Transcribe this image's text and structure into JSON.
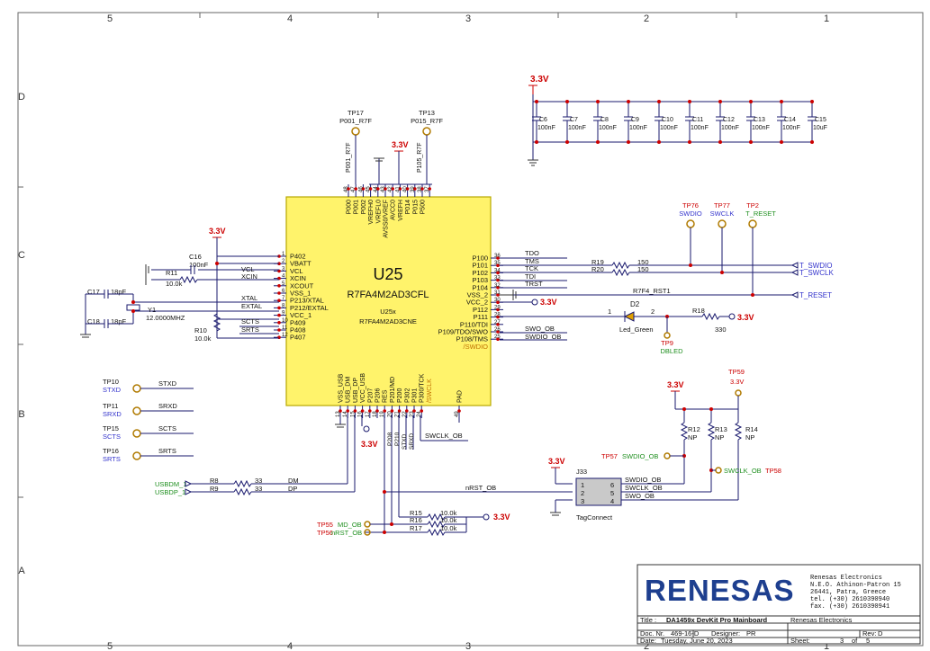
{
  "colors": {
    "wire": "#1a1a6e",
    "chip_fill": "#fff36b",
    "chip_border": "#b8a800",
    "power": "#cc0000",
    "net_label": "#111111",
    "tp_red": "#cc0000",
    "tp_blue": "#3333cc",
    "tp_green": "#1f8f1f",
    "node": "#cc0000",
    "brand": "#1e3f8f"
  },
  "border": {
    "cols_top": [
      "5",
      "4",
      "3",
      "2",
      "1"
    ],
    "cols_bottom": [
      "5",
      "4",
      "3",
      "2",
      "1"
    ],
    "rows": [
      "D",
      "C",
      "B",
      "A"
    ]
  },
  "power": {
    "v33": "3.3V"
  },
  "u25": {
    "ref": "U25",
    "part": "R7FA4M2AD3CFL",
    "alt_ref": "U25x",
    "alt_part": "R7FA4M2AD3CNE",
    "left_pins": [
      {
        "num": "1",
        "name": "P402"
      },
      {
        "num": "2",
        "name": "VBATT"
      },
      {
        "num": "3",
        "name": "VCL"
      },
      {
        "num": "4",
        "name": "XCIN"
      },
      {
        "num": "5",
        "name": "XCOUT"
      },
      {
        "num": "6",
        "name": "VSS_1"
      },
      {
        "num": "7",
        "name": "P213/XTAL"
      },
      {
        "num": "8",
        "name": "P212/EXTAL"
      },
      {
        "num": "9",
        "name": "VCC_1"
      },
      {
        "num": "10",
        "name": "P409"
      },
      {
        "num": "11",
        "name": "P408"
      },
      {
        "num": "12",
        "name": "P407"
      }
    ],
    "right_pins": [
      {
        "num": "36",
        "name": "P100"
      },
      {
        "num": "35",
        "name": "P101"
      },
      {
        "num": "34",
        "name": "P102"
      },
      {
        "num": "33",
        "name": "P103"
      },
      {
        "num": "32",
        "name": "P104"
      },
      {
        "num": "31",
        "name": "VSS_2"
      },
      {
        "num": "30",
        "name": "VCC_2"
      },
      {
        "num": "29",
        "name": "P112"
      },
      {
        "num": "28",
        "name": "P111"
      },
      {
        "num": "27",
        "name": "P110/TDI"
      },
      {
        "num": "26",
        "name": "P109/TDO/SWO"
      },
      {
        "num": "25",
        "name": "P108/TMS"
      },
      {
        "num": "",
        "name": "/SWDIO"
      }
    ],
    "top_pins": [
      {
        "num": "48",
        "name": "P000"
      },
      {
        "num": "47",
        "name": "P001"
      },
      {
        "num": "46",
        "name": "P002"
      },
      {
        "num": "45",
        "name": "VREFH0"
      },
      {
        "num": "44",
        "name": "VREFL0"
      },
      {
        "num": "43",
        "name": "AVSS0/VREF"
      },
      {
        "num": "42",
        "name": "AVCC0"
      },
      {
        "num": "41",
        "name": "VREFH"
      },
      {
        "num": "40",
        "name": "P014"
      },
      {
        "num": "39",
        "name": "P015"
      },
      {
        "num": "38",
        "name": "P500"
      },
      {
        "num": "37",
        "name": ""
      }
    ],
    "bottom_pins": [
      {
        "num": "13",
        "name": "VSS_USB"
      },
      {
        "num": "14",
        "name": "USB_DM"
      },
      {
        "num": "15",
        "name": "USB_DP"
      },
      {
        "num": "16",
        "name": "VCC_USB"
      },
      {
        "num": "17",
        "name": "P207"
      },
      {
        "num": "18",
        "name": "P206"
      },
      {
        "num": "19",
        "name": "RES"
      },
      {
        "num": "20",
        "name": "P201/MD"
      },
      {
        "num": "21",
        "name": "P200"
      },
      {
        "num": "22",
        "name": "P302"
      },
      {
        "num": "23",
        "name": "P301"
      },
      {
        "num": "24",
        "name": "P300/TCK"
      },
      {
        "num": "",
        "name": "/SWCLK"
      },
      {
        "num": "49",
        "name": "PAD"
      }
    ]
  },
  "nets": {
    "vcl": "VCL",
    "xcin": "XCIN",
    "xtal": "XTAL",
    "extal": "EXTAL",
    "scts": "SCTS",
    "srts": "SRTS",
    "tdo": "TDO",
    "tms": "TMS",
    "tck": "TCK",
    "tdi": "TDI",
    "trst": "TRST",
    "swo_ob": "SWO_OB",
    "swdio_ob": "SWDIO_OB",
    "swclk_ob": "SWCLK_OB",
    "rst": "R7F4_RST1",
    "nrst_ob": "nRST_OB",
    "t_swdio": "T_SWDIO",
    "t_swclk": "T_SWCLK",
    "t_reset": "T_RESET",
    "dm": "DM",
    "dp": "DP",
    "usbdm": "USBDM_1",
    "usbdp": "USBDP_1",
    "stxd": "STXD",
    "srxd": "SRXD",
    "p001_r7f": "P001_R7F",
    "p105_r7f": "P105_R7F",
    "p208": "P208",
    "p210": "P210",
    "stxd_v": "STXD",
    "srxd_v": "SRXD",
    "swdio_ob_j": "SWDIO_OB",
    "swclk_ob_j": "SWCLK_OB",
    "swo_ob_j": "SWO_OB"
  },
  "testpoints": {
    "tp17": {
      "ref": "TP17",
      "net": "P001_R7F"
    },
    "tp13": {
      "ref": "TP13",
      "net": "P015_R7F"
    },
    "tp76": {
      "ref": "TP76",
      "net": "SWDIO"
    },
    "tp77": {
      "ref": "TP77",
      "net": "SWCLK"
    },
    "tp2": {
      "ref": "TP2",
      "net": "T_RESET"
    },
    "tp9": {
      "ref": "TP9",
      "net": "DBLED"
    },
    "tp10": {
      "ref": "TP10",
      "net": "STXD"
    },
    "tp11": {
      "ref": "TP11",
      "net": "SRXD"
    },
    "tp15": {
      "ref": "TP15",
      "net": "SCTS"
    },
    "tp16": {
      "ref": "TP16",
      "net": "SRTS"
    },
    "tp57": {
      "ref": "TP57",
      "net": "SWDIO_OB"
    },
    "tp58": {
      "ref": "TP58",
      "net": "SWCLK_OB"
    },
    "tp59": {
      "ref": "TP59",
      "net": "3.3V"
    },
    "tp55": {
      "ref": "TP55",
      "net": "MD_OB"
    },
    "tp56": {
      "ref": "TP56",
      "net": "nRST_OB"
    }
  },
  "caps": [
    {
      "ref": "C6",
      "val": "100nF"
    },
    {
      "ref": "C7",
      "val": "100nF"
    },
    {
      "ref": "C8",
      "val": "100nF"
    },
    {
      "ref": "C9",
      "val": "100nF"
    },
    {
      "ref": "C10",
      "val": "100nF"
    },
    {
      "ref": "C11",
      "val": "100nF"
    },
    {
      "ref": "C12",
      "val": "100nF"
    },
    {
      "ref": "C13",
      "val": "100nF"
    },
    {
      "ref": "C14",
      "val": "100nF"
    },
    {
      "ref": "C15",
      "val": "10uF"
    }
  ],
  "parts": {
    "c16": {
      "ref": "C16",
      "val": "100nF"
    },
    "c17": {
      "ref": "C17",
      "val": "18pF"
    },
    "c18": {
      "ref": "C18",
      "val": "18pF"
    },
    "y1": {
      "ref": "Y1",
      "val": "12.0000MHZ"
    },
    "r11": {
      "ref": "R11",
      "val": "10.0k"
    },
    "r10": {
      "ref": "R10",
      "val": "10.0k"
    },
    "r19": {
      "ref": "R19",
      "val": "150"
    },
    "r20": {
      "ref": "R20",
      "val": "150"
    },
    "r18": {
      "ref": "R18",
      "val": "330"
    },
    "d2": {
      "ref": "D2",
      "val": "Led_Green",
      "pin1": "1",
      "pin2": "2"
    },
    "r8": {
      "ref": "R8",
      "val": "33"
    },
    "r9": {
      "ref": "R9",
      "val": "33"
    },
    "r15": {
      "ref": "R15",
      "val": "10.0k"
    },
    "r16": {
      "ref": "R16",
      "val": "10.0k"
    },
    "r17": {
      "ref": "R17",
      "val": "10.0k"
    },
    "r12": {
      "ref": "R12",
      "val": "NP"
    },
    "r13": {
      "ref": "R13",
      "val": "NP"
    },
    "r14": {
      "ref": "R14",
      "val": "NP"
    },
    "j33": {
      "ref": "J33",
      "val": "TagConnect",
      "pins": [
        "1",
        "2",
        "3",
        "4",
        "5",
        "6"
      ]
    }
  },
  "title_block": {
    "logo": "RENESAS",
    "company_lines": [
      "Renesas Electronics",
      "N.E.O. Athinon-Patron 15",
      "26441, Patra, Greece",
      "tel.  (+30) 2610390940",
      "fax.  (+30) 2610390941"
    ],
    "title_label": "Title :",
    "title": "DA1459x DevKit Pro Mainboard",
    "company": "Renesas Electronics",
    "docnr_label": "Doc. Nr.",
    "docnr": "469-16-D",
    "designer_label": "Designer:",
    "designer": "PR",
    "rev_label": "Rev:",
    "rev": "D",
    "date_label": "Date:",
    "date": "Tuesday, June 20, 2023",
    "sheet_label": "Sheet:",
    "sheet": "3",
    "of_label": "of",
    "sheets": "5"
  }
}
